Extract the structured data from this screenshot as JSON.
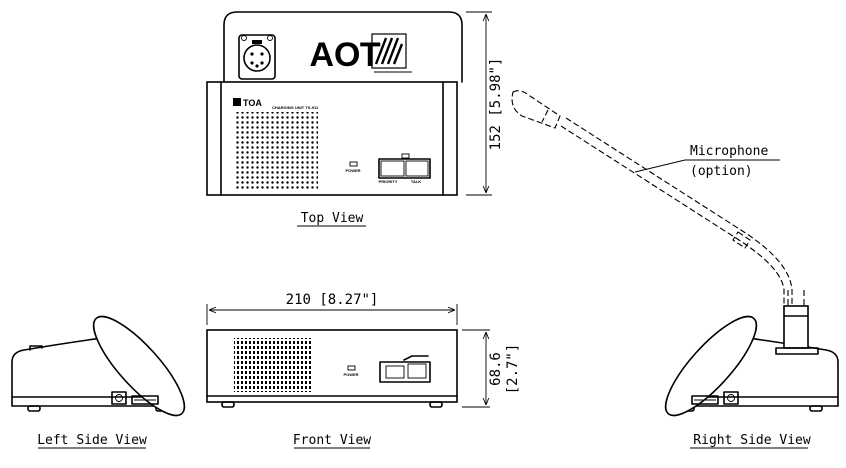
{
  "views": {
    "top": "Top View",
    "front": "Front View",
    "left": "Left Side View",
    "right": "Right Side View"
  },
  "dimensions": {
    "width": "210 [8.27\"]",
    "depth": "152 [5.98\"]",
    "height_mm": "68.6",
    "height_in": "[2.7\"]"
  },
  "microphone": {
    "label_line1": "Microphone",
    "label_line2": "(option)"
  },
  "device": {
    "brand": "TOA",
    "model_text": "CHARGING UNIT TS-911",
    "power_label": "POWER",
    "priority_label": "PRIORITY",
    "talk_label": "TALK"
  }
}
